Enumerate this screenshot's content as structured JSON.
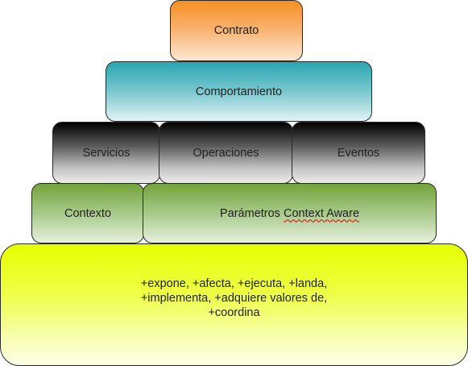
{
  "pyramid": {
    "top": "Contrato",
    "level2": "Comportamiento",
    "level3": [
      "Servicios",
      "Operaciones",
      "Eventos"
    ],
    "level4": {
      "left": "Contexto",
      "right_prefix": "Parámetros ",
      "right_flagged": "Context Aware"
    },
    "base_lines": [
      "+expone, +afecta, +ejecuta, +landa,",
      "+implementa, +adquiere valores de,",
      "+coordina"
    ]
  },
  "colors": {
    "contrato": "#f59022",
    "comportamiento": "#2aa6b2",
    "dark_row": "#000000",
    "green_row": "#73a33a",
    "base": "#e6ff00",
    "spellcheck": "#e00000"
  }
}
